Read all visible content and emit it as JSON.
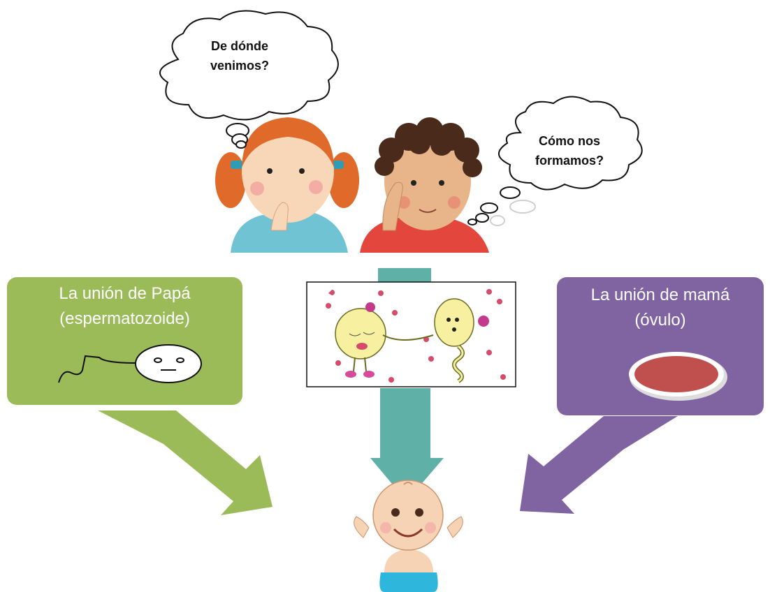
{
  "bubbles": {
    "girl_question_line1": "De dónde",
    "girl_question_line2": "venimos?",
    "boy_question_line1": "Cómo nos",
    "boy_question_line2": "formamos?"
  },
  "left_box": {
    "line1": "La unión de Papá",
    "line2": "(espermatozoide)"
  },
  "right_box": {
    "line1": "La unión de mamá",
    "line2": "(óvulo)"
  },
  "colors": {
    "left": "#9bbb59",
    "center": "#5fb0a6",
    "right": "#8064a2",
    "ovum": "#c0504d"
  },
  "icons": [
    "girl-thinking-illustration",
    "boy-thinking-illustration",
    "sperm-icon",
    "ovum-icon",
    "cartoon-couple-illustration",
    "baby-illustration"
  ]
}
